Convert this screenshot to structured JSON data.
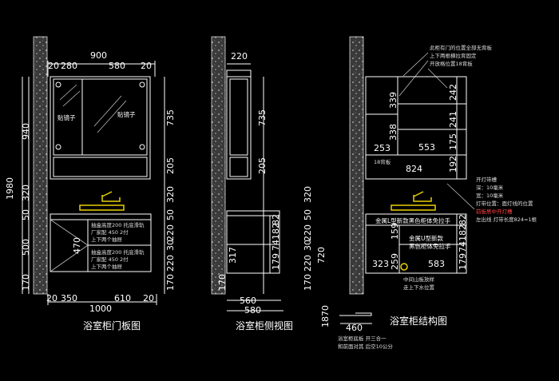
{
  "titles": {
    "front": "浴室柜门板图",
    "side": "浴室柜侧视图",
    "structure": "浴室柜结构图"
  },
  "front": {
    "top_total": "900",
    "top_parts": [
      "20",
      "280",
      "580",
      "20"
    ],
    "mirror_label_1": "贴镜子",
    "mirror_label_2": "贴镜子",
    "left_dims": [
      "940",
      "1980",
      "320",
      "50",
      "500",
      "170"
    ],
    "right_dims": [
      "735",
      "205",
      "320",
      "50",
      "220",
      "30",
      "220",
      "170"
    ],
    "drawer_text_1": [
      "抽盒高度200 托底滑轨",
      "厂家配 450 2付",
      "上下两个抽屉"
    ],
    "drawer_text_2": [
      "抽盒高度200 托底滑轨",
      "厂家配 450 2付",
      "上下两个抽屉"
    ],
    "door_dim": "470",
    "bottom_parts": [
      "20",
      "350",
      "610",
      "20"
    ],
    "bottom_total": "1000"
  },
  "side": {
    "top_dim": "220",
    "right_dims": [
      "735",
      "205",
      "320",
      "50",
      "220",
      "30",
      "220",
      "170"
    ],
    "inner_dims": [
      "82",
      "182",
      "82"
    ],
    "inner_bottom": "179",
    "inner_74": "74",
    "inner_317": "317",
    "inner_720": "720",
    "left_small": "170",
    "bottom_dims": [
      "560",
      "580"
    ]
  },
  "structure": {
    "top_notes": [
      "此柜有门的位置全部无背板",
      "上下两根横拉背固定",
      "开放格位置18背板"
    ],
    "upper_dims": [
      "339",
      "242",
      "338",
      "241",
      "253",
      "553",
      "175",
      "192",
      "824"
    ],
    "board_label": "18背板",
    "light_notes": [
      "开灯带槽",
      "深：10毫米",
      "宽：10毫米",
      "灯带位置：面灯线的位置"
    ],
    "light_red": "前板居中开灯槽",
    "light_note2": "左出线   灯带长度824=1根",
    "handle_1": "金属L型新款黑色柜体免拉手",
    "handle_2": [
      "金属U型新款",
      "黑色柜体免拉手"
    ],
    "lower_dims": [
      "159",
      "323",
      "259",
      "583",
      "182",
      "179",
      "74",
      "82"
    ],
    "mid_note": [
      "中间山板放样",
      "走上下水位置"
    ],
    "bottom_note": [
      "浴室柜底板 开三合一",
      "和前面对其 后空10公分"
    ],
    "side_dims": [
      "1870",
      "460"
    ]
  }
}
